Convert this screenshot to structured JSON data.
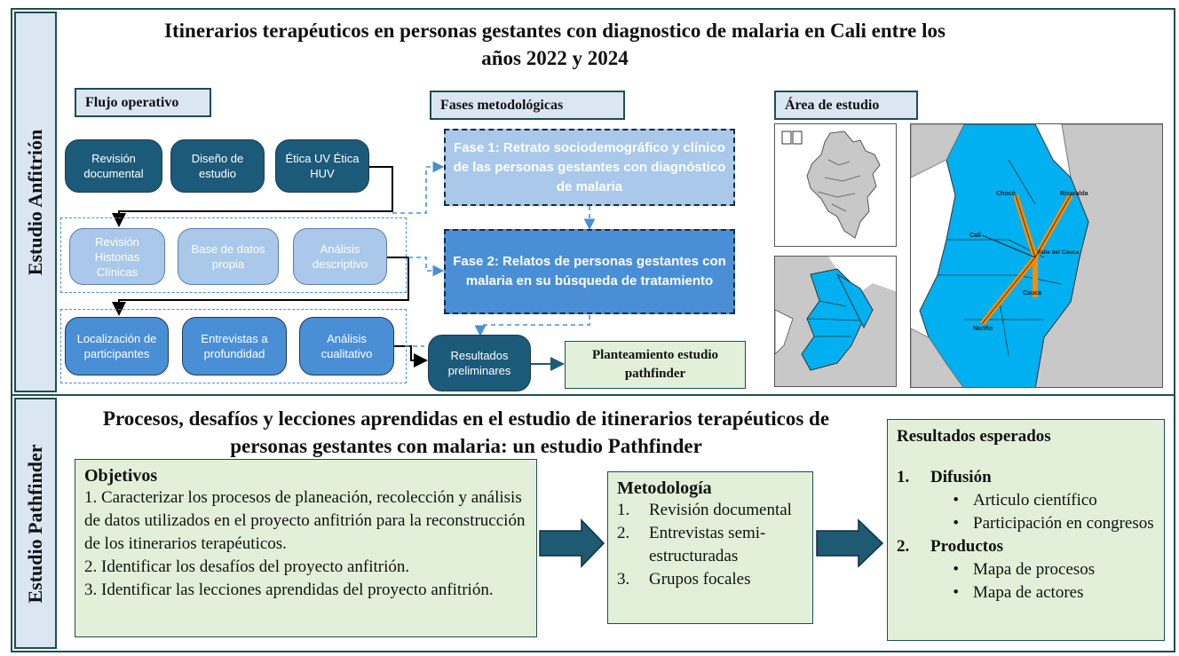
{
  "top": {
    "side_label": "Estudio Anfitrión",
    "title_line1": "Itinerarios terapéuticos en personas gestantes con diagnostico de malaria en Cali entre los",
    "title_line2": "años 2022 y 2024",
    "flujo_label": "Flujo operativo",
    "row1": [
      "Revisión documental",
      "Diseño de estudio",
      "Ética UV Ética HUV"
    ],
    "row2": [
      "Revisión Historias Clínicas",
      "Base de datos propia",
      "Análisis descriptivo"
    ],
    "row3": [
      "Localización de participantes",
      "Entrevistas a profundidad",
      "Análisis cualitativo"
    ],
    "fases_label": "Fases metodológicas",
    "fase1": "Fase 1: Retrato sociodemográfico y clínico de las personas gestantes con diagnóstico de malaria",
    "fase2": "Fase 2: Relatos de personas gestantes con malaria en su búsqueda de tratamiento",
    "resultados_preliminares": "Resultados preliminares",
    "planteamiento": "Planteamiento estudio pathfinder",
    "area_label": "Área de estudio",
    "map_labels": {
      "choco": "Chocó",
      "risaralda": "Risaralda",
      "cali": "Cali",
      "valle": "Valle del Cauca",
      "cauca": "Cauca",
      "narino": "Nariño"
    }
  },
  "bottom": {
    "side_label": "Estudio Pathfinder",
    "title_line1": "Procesos, desafíos y lecciones aprendidas en el estudio de itinerarios terapéuticos de",
    "title_line2": "personas gestantes con malaria: un estudio Pathfinder",
    "objetivos_title": "Objetivos",
    "objetivos": [
      "1. Caracterizar los procesos de planeación, recolección y análisis de datos utilizados en el proyecto anfitrión para la reconstrucción de los itinerarios terapéuticos.",
      "2. Identificar los desafíos del proyecto anfitrión.",
      "3. Identificar las lecciones aprendidas del proyecto anfitrión."
    ],
    "metodologia_title": "Metodología",
    "metodologia": [
      {
        "num": "1.",
        "text": "Revisión documental"
      },
      {
        "num": "2.",
        "text": "Entrevistas semi-estructuradas"
      },
      {
        "num": "3.",
        "text": "Grupos focales"
      }
    ],
    "resultados_title": "Resultados esperados",
    "difusion_num": "1.",
    "difusion_title": "Difusión",
    "difusion_items": [
      "Articulo científico",
      "Participación en congresos"
    ],
    "productos_num": "2.",
    "productos_title": "Productos",
    "productos_items": [
      "Mapa de procesos",
      "Mapa de actores"
    ],
    "bullet": "•"
  },
  "colors": {
    "frame": "#1f4e4f",
    "label_bg": "#dbe6f3",
    "dark_pill": "#1c5a7a",
    "light_pill": "#a9c8ea",
    "mid_pill": "#4a8fd6",
    "green_box": "#e2f0d9",
    "map_region": "#00b0f0",
    "map_other": "#c8c8c8",
    "big_arrow": "#1f5a73"
  }
}
